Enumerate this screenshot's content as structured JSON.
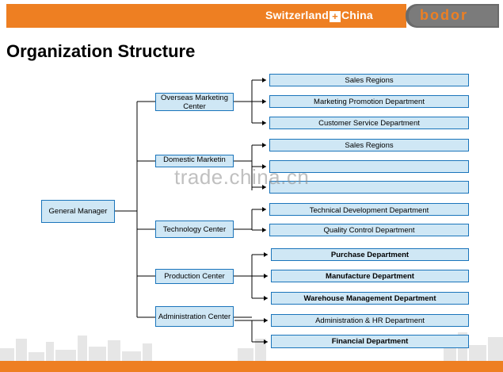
{
  "header": {
    "brand_left": "Switzerland",
    "brand_cross": "+",
    "brand_right": "China",
    "logo": "bodor"
  },
  "page": {
    "title": "Organization Structure"
  },
  "org": {
    "root": "General Manager",
    "centers": [
      {
        "label": "Overseas Marketing Center",
        "departments": [
          "Sales Regions",
          "Marketing Promotion Department",
          "Customer Service Department"
        ]
      },
      {
        "label": "Domestic Marketin",
        "departments": [
          "Sales Regions",
          "",
          ""
        ]
      },
      {
        "label": "Technology Center",
        "departments": [
          "Technical Development Department",
          "Quality Control Department"
        ]
      },
      {
        "label": "Production Center",
        "departments": [
          "Purchase Department",
          "Manufacture Department",
          "Warehouse Management Department"
        ]
      },
      {
        "label": "Administration Center",
        "departments": [
          "Administration & HR Department",
          "Financial Department"
        ]
      }
    ]
  },
  "watermark": "trade.china.cn",
  "colors": {
    "accent": "#ee7f22",
    "box_fill": "#cfe7f5",
    "box_border": "#1b75bb"
  }
}
